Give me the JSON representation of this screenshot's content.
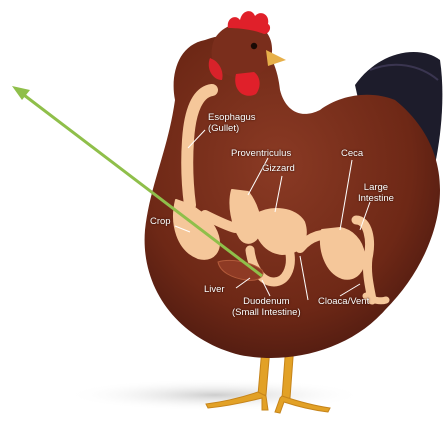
{
  "diagram": {
    "labels": {
      "esophagus": {
        "line1": "Esophagus",
        "line2": "(Gullet)"
      },
      "proventriculus": "Proventriculus",
      "gizzard": "Gizzard",
      "ceca": "Ceca",
      "large_intestine": {
        "line1": "Large",
        "line2": "Intestine"
      },
      "crop": "Crop",
      "liver": "Liver",
      "duodenum": {
        "line1": "Duodenum",
        "line2": "(Small Intestine)"
      },
      "cloaca": "Cloaca/Vent"
    },
    "colors": {
      "body": "#7a2e1c",
      "body_dark": "#4e1a10",
      "organ": "#f5c79a",
      "comb": "#e0202a",
      "legs": "#e2a126",
      "tail": "#1d1c2b",
      "arrow": "#8fbf4a",
      "label_text": "#ffffff"
    }
  }
}
